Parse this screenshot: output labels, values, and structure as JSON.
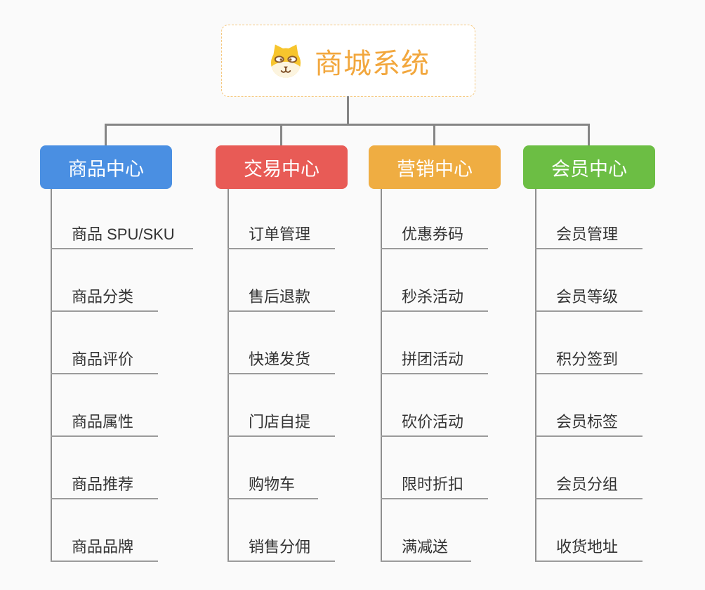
{
  "root": {
    "title": "商城系统",
    "icon": "dog-face-icon"
  },
  "branches": [
    {
      "id": "product-center",
      "label": "商品中心",
      "color": "#4a8fe2",
      "items": [
        "商品 SPU/SKU",
        "商品分类",
        "商品评价",
        "商品属性",
        "商品推荐",
        "商品品牌"
      ]
    },
    {
      "id": "trade-center",
      "label": "交易中心",
      "color": "#e85b56",
      "items": [
        "订单管理",
        "售后退款",
        "快递发货",
        "门店自提",
        "购物车",
        "销售分佣"
      ]
    },
    {
      "id": "marketing-center",
      "label": "营销中心",
      "color": "#efad42",
      "items": [
        "优惠券码",
        "秒杀活动",
        "拼团活动",
        "砍价活动",
        "限时折扣",
        "满减送"
      ]
    },
    {
      "id": "member-center",
      "label": "会员中心",
      "color": "#6cbe44",
      "items": [
        "会员管理",
        "会员等级",
        "积分签到",
        "会员标签",
        "会员分组",
        "收货地址"
      ]
    }
  ],
  "colors": {
    "background": "#fafafa",
    "root_accent": "#f2a73d",
    "root_border": "#f5c87f",
    "connector": "#858585",
    "leaf_underline": "#9b9b9b",
    "leaf_text": "#333333"
  }
}
